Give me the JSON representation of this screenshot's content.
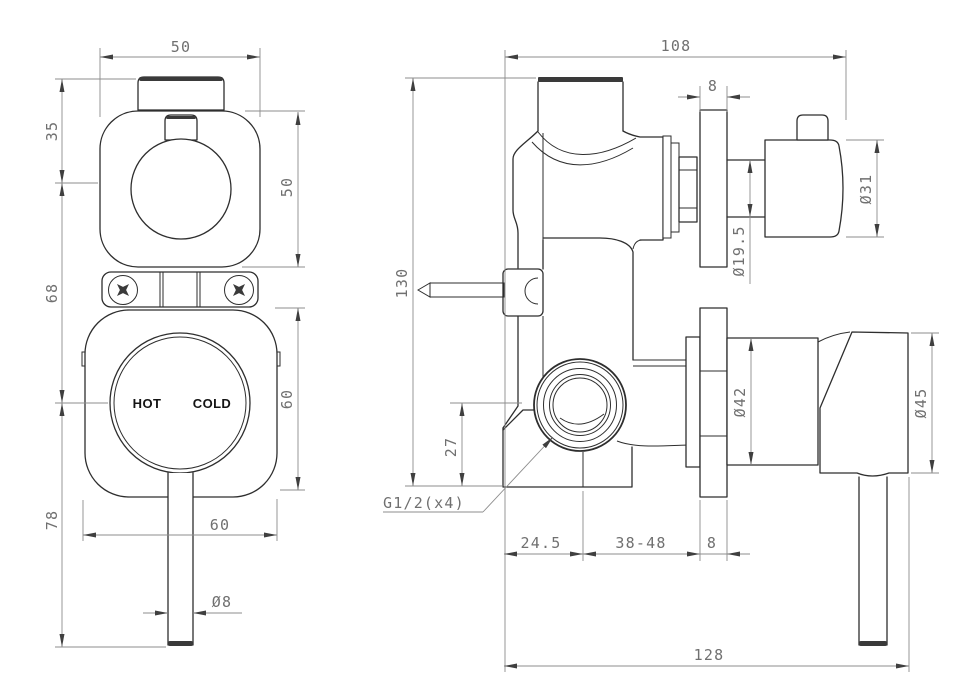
{
  "front": {
    "dial_hot": "HOT",
    "dial_cold": "COLD",
    "dim_width": "50",
    "dim_cap_height": "35",
    "dim_escutcheon_height": "50",
    "dim_center_spacing": "68",
    "dim_lower_plate_height": "60",
    "dim_handle_length": "78",
    "dim_lower_plate_width": "60",
    "dim_lever_diameter": "Ø8"
  },
  "side": {
    "dim_total_depth": "108",
    "dim_plate_thickness_top": "8",
    "dim_total_height": "130",
    "dim_knob_diameter": "Ø31",
    "dim_stem_diameter": "Ø19.5",
    "dim_outlet_drop": "27",
    "thread_callout": "G1/2(x4)",
    "dim_outlet_offset": "24.5",
    "dim_wall_depth_range": "38-48",
    "dim_plate_thickness_bottom": "8",
    "dim_overall_length": "128",
    "dim_cartridge_diameter": "Ø42",
    "dim_handle_diameter": "Ø45"
  }
}
